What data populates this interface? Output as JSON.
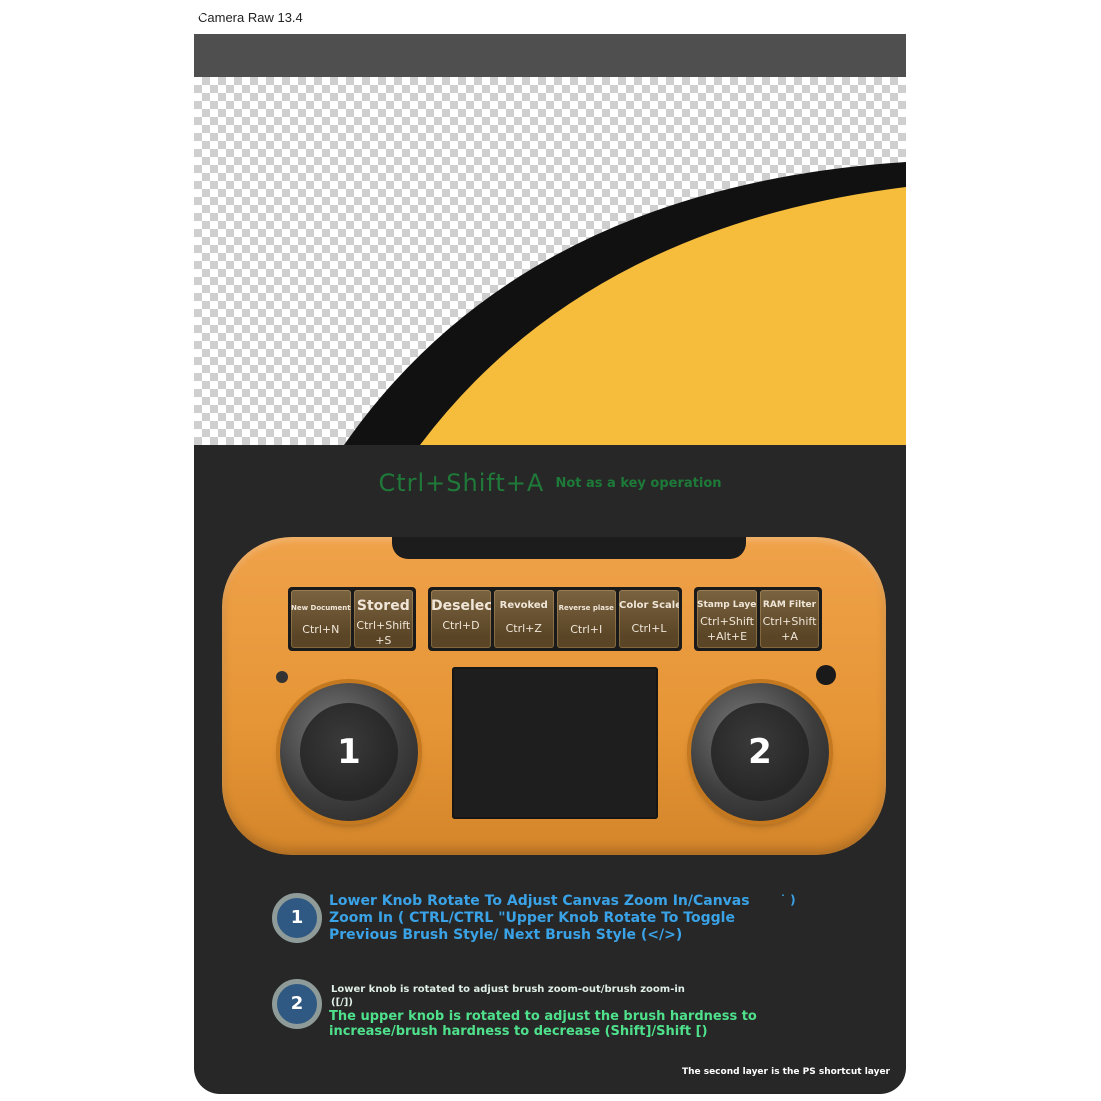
{
  "window": {
    "title": "Camera Raw 13.4"
  },
  "header": {
    "shortcut": "Ctrl+Shift+A",
    "note": "Not as a key operation"
  },
  "keys": {
    "group1": [
      {
        "name": "New Document",
        "combo": "Ctrl+N"
      },
      {
        "name": "Stored",
        "combo_line1": "Ctrl+Shift",
        "combo_line2": "+S"
      }
    ],
    "group2": [
      {
        "name": "Deselect",
        "combo": "Ctrl+D"
      },
      {
        "name": "Revoked",
        "combo": "Ctrl+Z"
      },
      {
        "name": "Reverse plase",
        "combo": "Ctrl+I"
      },
      {
        "name": "Color Scale",
        "combo": "Ctrl+L"
      }
    ],
    "group3": [
      {
        "name": "Stamp Layer",
        "combo_line1": "Ctrl+Shift",
        "combo_line2": "+Alt+E"
      },
      {
        "name": "RAM Filter",
        "combo_line1": "Ctrl+Shift",
        "combo_line2": "+A"
      }
    ]
  },
  "knobs": {
    "left": "1",
    "right": "2"
  },
  "descriptions": {
    "item1": {
      "number": "1",
      "text": "Lower Knob Rotate To Adjust Canvas Zoom In/Canvas Zoom In ( CTRL/CTRL \"Upper Knob Rotate To Toggle Previous Brush Style/ Next Brush Style (</>)",
      "hint": "˙ )"
    },
    "item2": {
      "number": "2",
      "line1": "Lower knob is rotated to adjust brush zoom-out/brush zoom-in",
      "line2": "([/])",
      "text": "The upper knob is rotated to adjust the brush hardness to increase/brush hardness to decrease (Shift]/Shift [)"
    }
  },
  "footer": {
    "note": "The second layer is the PS shortcut layer"
  },
  "colors": {
    "device_orange": "#e59535",
    "panel_dark": "#272727",
    "toolbar_gray": "#4f4f4f",
    "canvas_yellow": "#f6bd3c",
    "text_blue": "#3aa2e6",
    "text_green": "#4fe08c",
    "header_green": "#1f7a3a"
  }
}
